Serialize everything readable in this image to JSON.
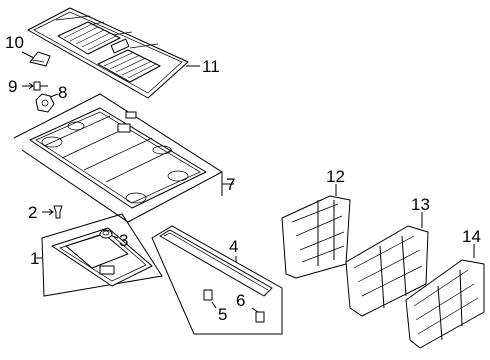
{
  "callouts": [
    {
      "id": "10",
      "text": "10"
    },
    {
      "id": "11",
      "text": "11"
    },
    {
      "id": "9",
      "text": "9"
    },
    {
      "id": "8",
      "text": "8"
    },
    {
      "id": "7",
      "text": "7"
    },
    {
      "id": "12",
      "text": "12"
    },
    {
      "id": "13",
      "text": "13"
    },
    {
      "id": "14",
      "text": "14"
    },
    {
      "id": "2",
      "text": "2"
    },
    {
      "id": "3",
      "text": "3"
    },
    {
      "id": "1",
      "text": "1"
    },
    {
      "id": "4",
      "text": "4"
    },
    {
      "id": "6",
      "text": "6"
    },
    {
      "id": "5",
      "text": "5"
    }
  ],
  "parts": [
    {
      "callout": "1",
      "icon": "storage-tray-icon"
    },
    {
      "callout": "2",
      "icon": "push-pin-clip-icon"
    },
    {
      "callout": "3",
      "icon": "grommet-icon"
    },
    {
      "callout": "4",
      "icon": "sill-plate-icon"
    },
    {
      "callout": "5",
      "icon": "clip-icon"
    },
    {
      "callout": "6",
      "icon": "clip-icon"
    },
    {
      "callout": "7",
      "icon": "load-floor-panel-icon"
    },
    {
      "callout": "8",
      "icon": "bracket-icon"
    },
    {
      "callout": "9",
      "icon": "screw-icon"
    },
    {
      "callout": "10",
      "icon": "hook-icon"
    },
    {
      "callout": "11",
      "icon": "floor-mat-icon"
    },
    {
      "callout": "12",
      "icon": "storage-bag-icon"
    },
    {
      "callout": "13",
      "icon": "storage-bag-icon"
    },
    {
      "callout": "14",
      "icon": "storage-bag-icon"
    }
  ]
}
